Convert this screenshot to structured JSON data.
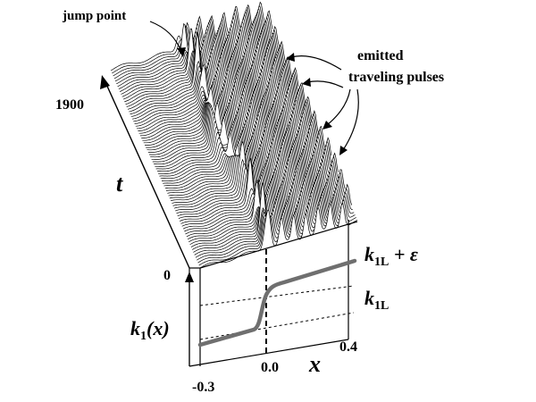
{
  "annotations": {
    "jump_point": "jump point",
    "emitted_line1": "emitted",
    "emitted_line2": "traveling pulses"
  },
  "axes": {
    "t_label": "t",
    "t_tick_top": "1900",
    "t_tick_bottom": "0",
    "x_label": "x",
    "x_ticks": [
      "-0.3",
      "0.0",
      "0.4"
    ]
  },
  "k_panel": {
    "func_k": "k",
    "func_sub": "1",
    "func_arg": "(x)",
    "upper_k": "k",
    "upper_sub": "1L",
    "upper_tail": " + ε",
    "lower_k": "k",
    "lower_sub": "1L"
  },
  "colors": {
    "curve": "#6f6f6f",
    "ink": "#000000"
  }
}
